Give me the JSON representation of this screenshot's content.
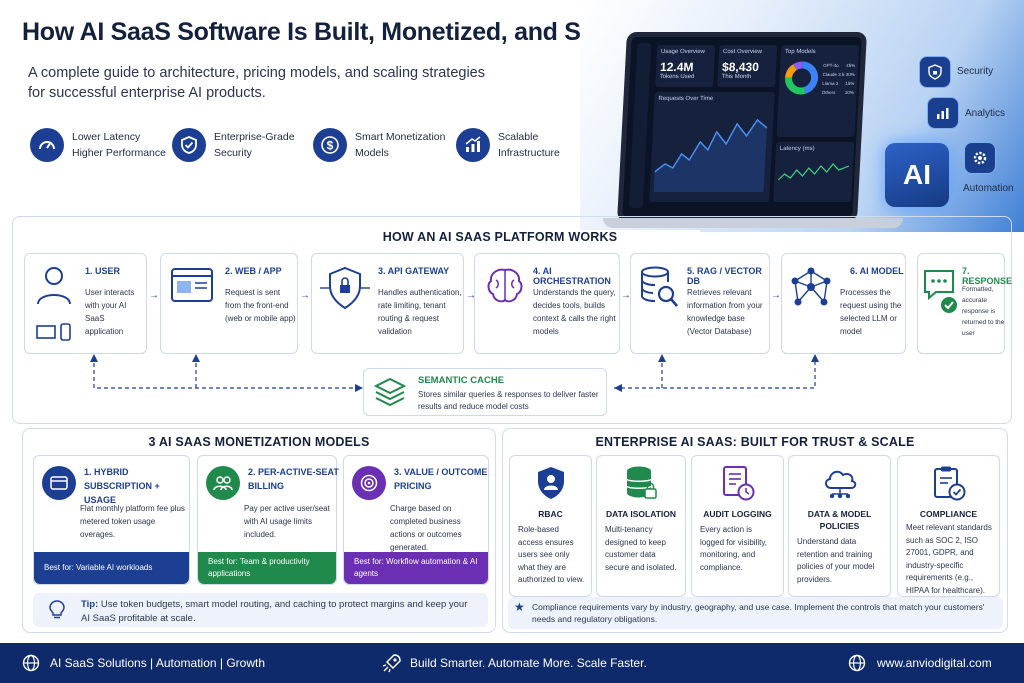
{
  "header": {
    "title": "How AI SaaS Software Is Built, Monetized, and Scaled",
    "subtitle": "A complete guide to architecture, pricing models, and scaling strategies for successful enterprise AI products."
  },
  "features": [
    {
      "line1": "Lower Latency",
      "line2": "Higher Performance",
      "icon": "speedometer-icon"
    },
    {
      "line1": "Enterprise-Grade",
      "line2": "Security",
      "icon": "shield-check-icon"
    },
    {
      "line1": "Smart Monetization",
      "line2": "Models",
      "icon": "dollar-icon"
    },
    {
      "line1": "Scalable",
      "line2": "Infrastructure",
      "icon": "growth-chart-icon"
    }
  ],
  "dashboard": {
    "usage_title": "Usage Overview",
    "usage_value": "12.4M",
    "usage_sub": "Tokens Used",
    "cost_title": "Cost Overview",
    "cost_value": "$8,430",
    "cost_sub": "This Month",
    "models_title": "Top Models",
    "models": [
      {
        "name": "GPT-4o",
        "pct": "45%",
        "share": 45,
        "color": "#3b82f6"
      },
      {
        "name": "Claude 3.5",
        "pct": "30%",
        "share": 30,
        "color": "#22c55e"
      },
      {
        "name": "Llama 3",
        "pct": "15%",
        "share": 15,
        "color": "#f59e0b"
      },
      {
        "name": "Others",
        "pct": "10%",
        "share": 10,
        "color": "#8b5cf6"
      }
    ],
    "requests_title": "Requests Over Time",
    "latency_title": "Latency (ms)"
  },
  "hero_side": {
    "security": "Security",
    "analytics": "Analytics",
    "automation": "Automation",
    "ai_label": "AI"
  },
  "flow": {
    "heading": "HOW AN AI SAAS PLATFORM WORKS",
    "steps": [
      {
        "title": "1. USER",
        "body": "User interacts with your AI SaaS application"
      },
      {
        "title": "2. WEB / APP",
        "body": "Request is sent from the front-end (web or mobile app)"
      },
      {
        "title": "3. API GATEWAY",
        "body": "Handles authentication, rate limiting, tenant routing & request validation"
      },
      {
        "title": "4. AI ORCHESTRATION",
        "body": "Understands the query, decides tools, builds context & calls the right models"
      },
      {
        "title": "5. RAG / VECTOR DB",
        "body": "Retrieves relevant information from your knowledge base (Vector Database)"
      },
      {
        "title": "6. AI MODEL",
        "body": "Processes the request using the selected LLM or model"
      },
      {
        "title": "7. RESPONSE",
        "body": "Formatted, accurate response is returned to the user"
      }
    ],
    "cache_title": "SEMANTIC CACHE",
    "cache_body": "Stores similar queries & responses to deliver faster results and reduce model costs"
  },
  "monetization": {
    "heading": "3 AI SAAS MONETIZATION MODELS",
    "models": [
      {
        "title": "1. HYBRID SUBSCRIPTION + USAGE",
        "body": "Flat monthly platform fee plus metered token usage overages.",
        "best": "Best for: Variable AI workloads",
        "color": "#1c3f94"
      },
      {
        "title": "2. PER-ACTIVE-SEAT BILLING",
        "body": "Pay per active user/seat with AI usage limits included.",
        "best": "Best for: Team & productivity applications",
        "color": "#1f8a4c"
      },
      {
        "title": "3. VALUE / OUTCOME PRICING",
        "body": "Charge based on completed business actions or outcomes generated.",
        "best": "Best for: Workflow automation & AI agents",
        "color": "#6b2fb3"
      }
    ],
    "tip_label": "Tip:",
    "tip_text": "Use token budgets, smart model routing, and caching to protect margins and keep your AI SaaS profitable at scale."
  },
  "enterprise": {
    "heading": "ENTERPRISE AI SAAS: BUILT FOR TRUST & SCALE",
    "items": [
      {
        "title": "RBAC",
        "body": "Role-based access ensures users see only what they are authorized to view."
      },
      {
        "title": "DATA ISOLATION",
        "body": "Multi-tenancy designed to keep customer data secure and isolated."
      },
      {
        "title": "AUDIT LOGGING",
        "body": "Every action is logged for visibility, monitoring, and compliance."
      },
      {
        "title": "DATA & MODEL POLICIES",
        "body": "Understand data retention and training policies of your model providers."
      },
      {
        "title": "COMPLIANCE",
        "body": "Meet relevant standards such as SOC 2, ISO 27001, GDPR, and industry-specific requirements (e.g., HIPAA for healthcare)."
      }
    ],
    "note": "Compliance requirements vary by industry, geography, and use case. Implement the controls that match your customers' needs and regulatory obligations."
  },
  "footer": {
    "left": "AI SaaS Solutions | Automation | Growth",
    "center": "Build Smarter. Automate More. Scale Faster.",
    "right": "www.anviodigital.com"
  },
  "colors": {
    "brand": "#1c3f94",
    "green": "#1f8a4c",
    "purple": "#6b2fb3",
    "footer": "#0f2a6b"
  }
}
